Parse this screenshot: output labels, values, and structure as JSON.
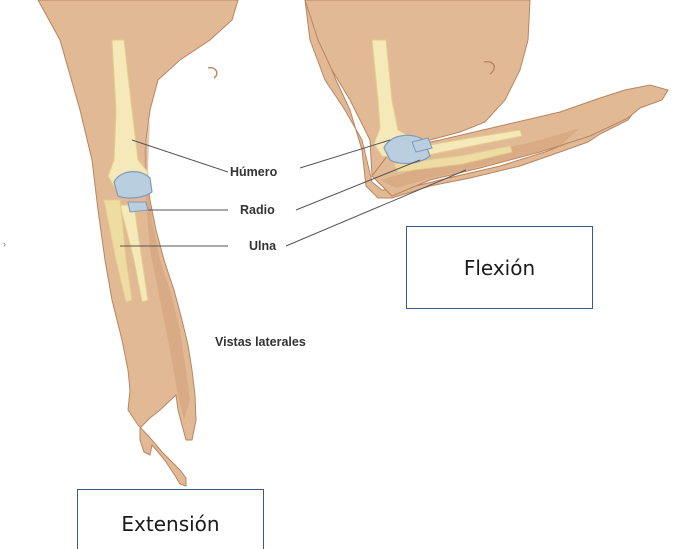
{
  "labels": {
    "humero": "Húmero",
    "radio": "Radio",
    "ulna": "Ulna",
    "views": "Vistas laterales"
  },
  "boxes": {
    "flexion": "Flexión",
    "extension": "Extensión"
  },
  "colors": {
    "skin": "#e2b995",
    "skin_shadow": "#cf9f78",
    "skin_outline": "#b98561",
    "bone": "#f5e8b9",
    "bone_shade": "#e2cd8a",
    "cartilage": "#b9cfe0",
    "cartilage_dark": "#7f9bb8",
    "leader_line": "#555555",
    "box_border": "#3b5a8c"
  }
}
